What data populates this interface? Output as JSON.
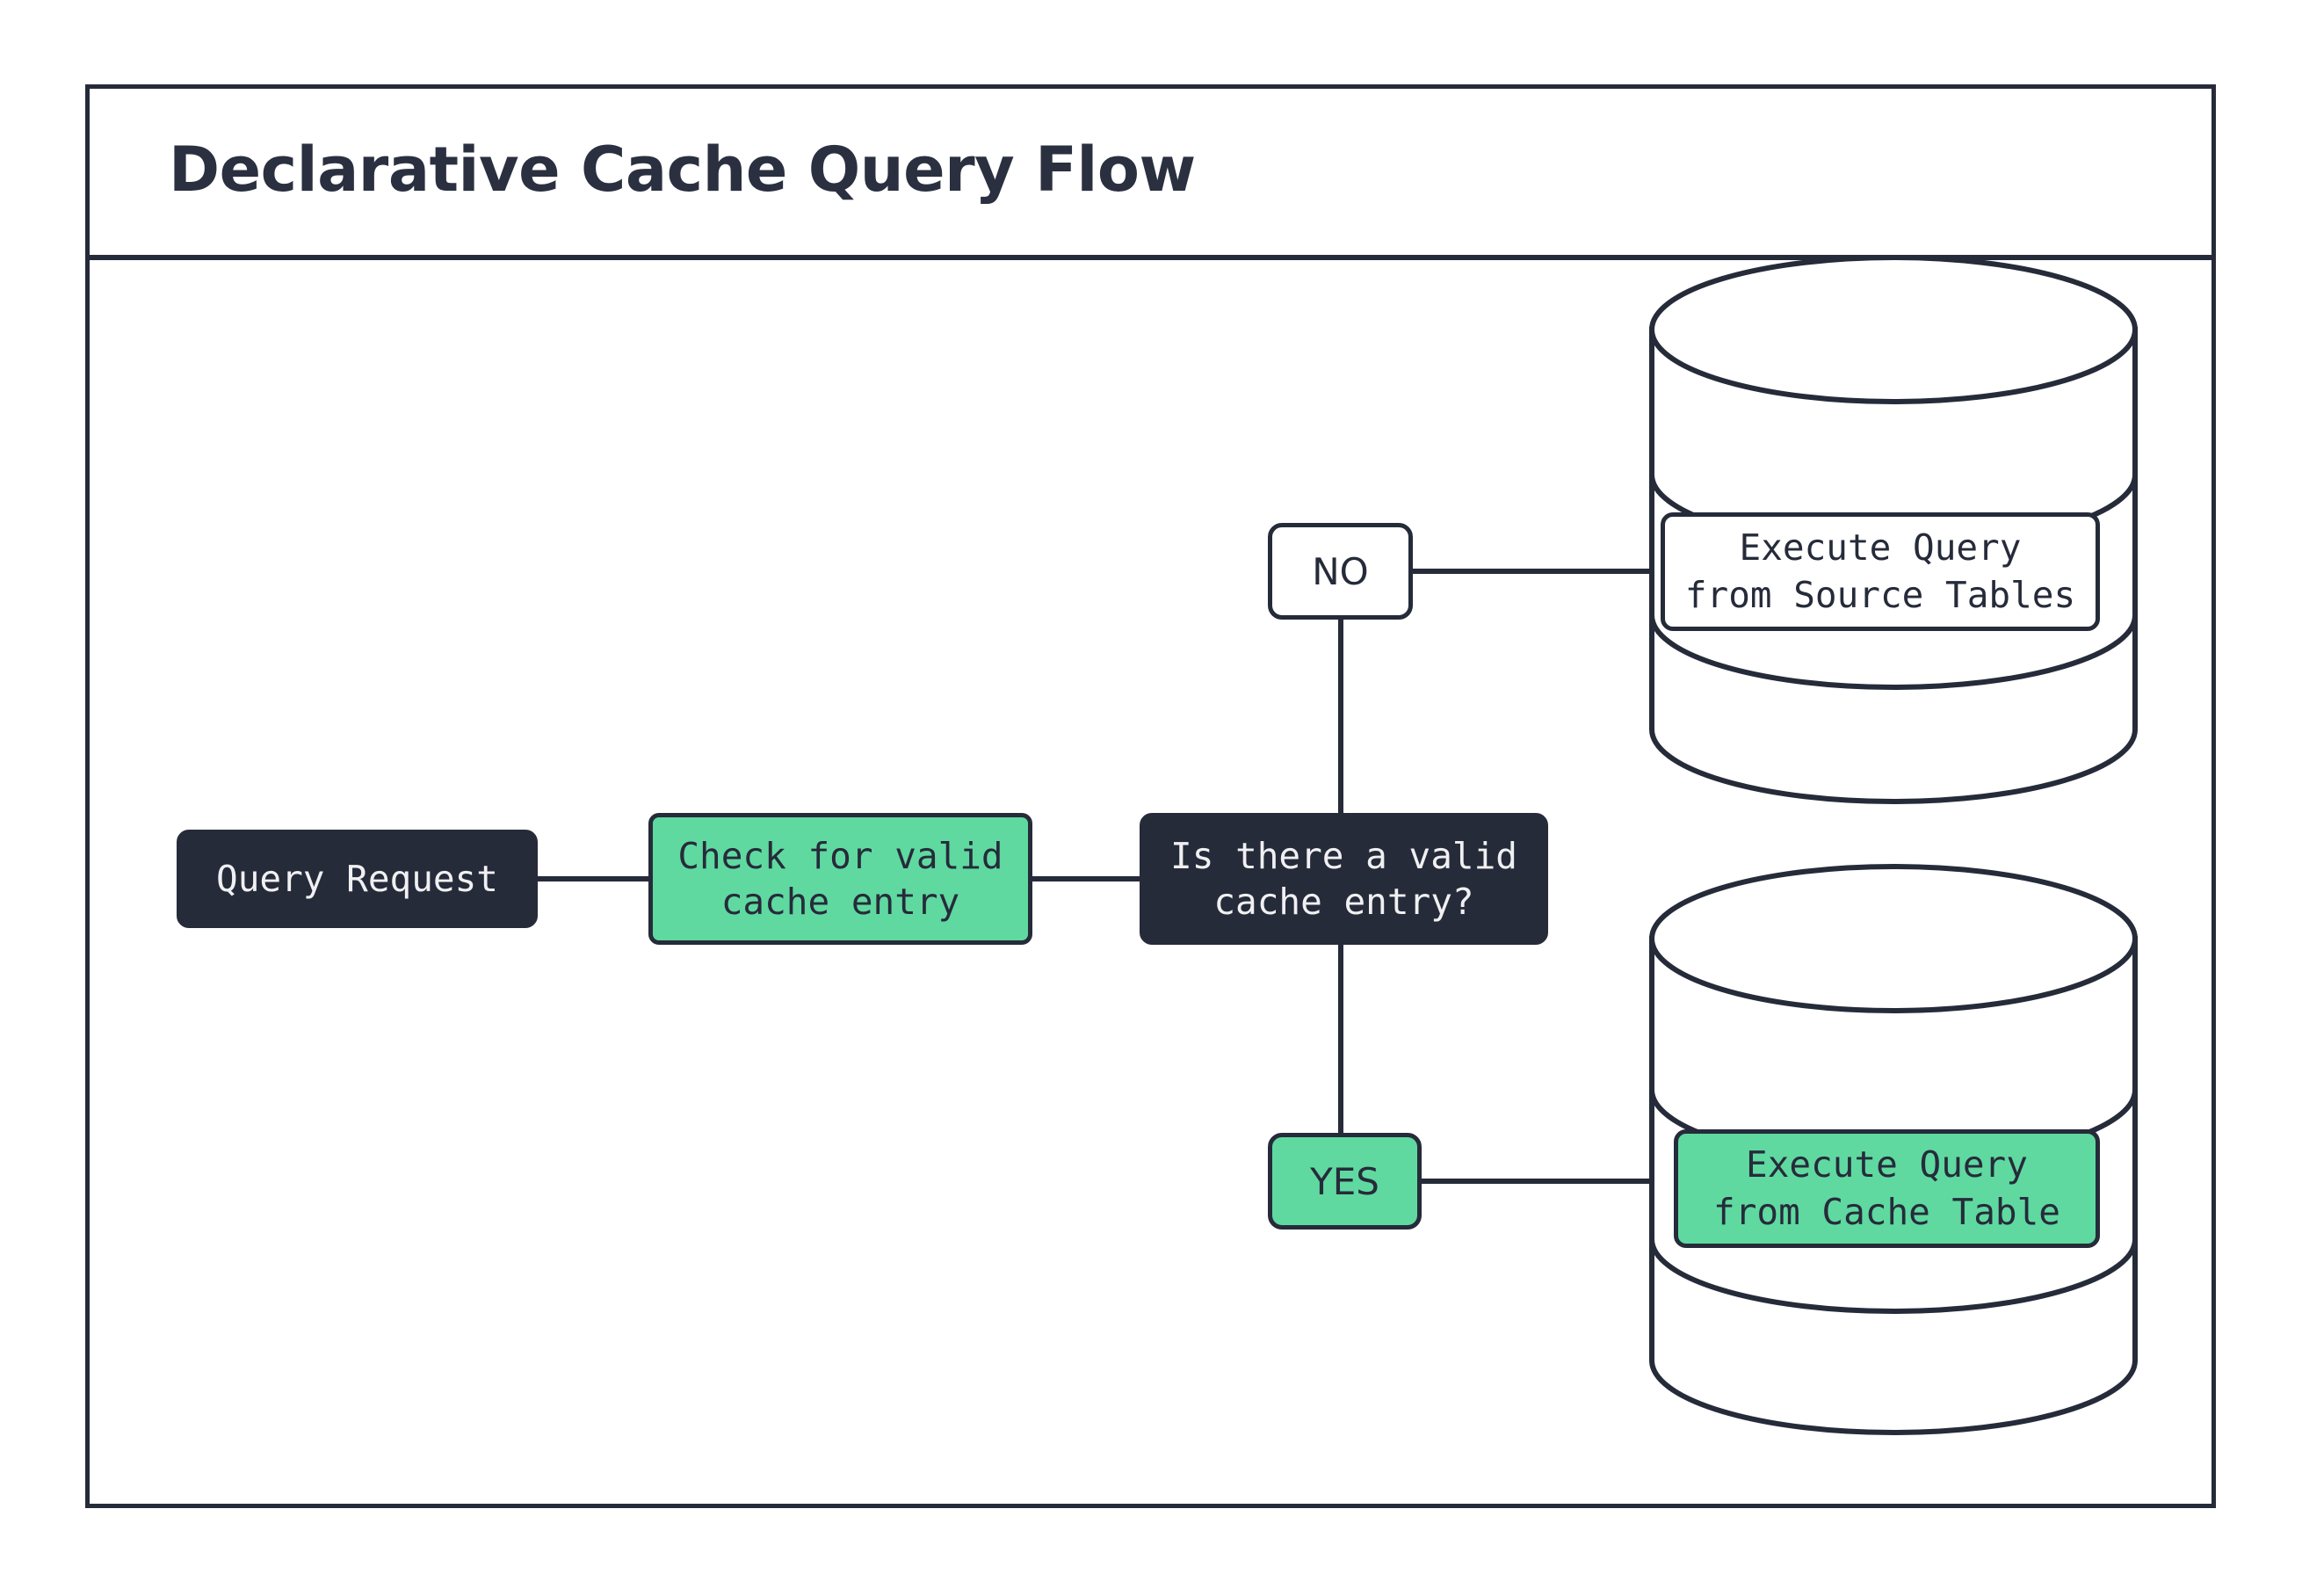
{
  "diagram": {
    "title": "Declarative Cache Query Flow",
    "type": "flowchart",
    "colors": {
      "dark": "#262b3a",
      "green": "#5fd9a0",
      "white": "#ffffff",
      "stroke": "#262b3a"
    },
    "nodes": [
      {
        "id": "query-request",
        "label": "Query Request",
        "shape": "rounded-rect",
        "style": "dark"
      },
      {
        "id": "check-cache",
        "label": "Check for valid\ncache entry",
        "shape": "rounded-rect",
        "style": "green"
      },
      {
        "id": "decision",
        "label": "Is there a valid\ncache entry?",
        "shape": "rounded-rect",
        "style": "dark"
      },
      {
        "id": "branch-no",
        "label": "NO",
        "shape": "rounded-rect",
        "style": "white"
      },
      {
        "id": "branch-yes",
        "label": "YES",
        "shape": "rounded-rect",
        "style": "green"
      },
      {
        "id": "source-db",
        "label": "Execute Query\nfrom Source Tables",
        "shape": "cylinder",
        "style": "white"
      },
      {
        "id": "cache-db",
        "label": "Execute Query\nfrom Cache Table",
        "shape": "cylinder",
        "style": "green"
      }
    ],
    "edges": [
      {
        "from": "query-request",
        "to": "check-cache"
      },
      {
        "from": "check-cache",
        "to": "decision"
      },
      {
        "from": "decision",
        "to": "branch-no",
        "label": "NO"
      },
      {
        "from": "branch-no",
        "to": "source-db"
      },
      {
        "from": "decision",
        "to": "branch-yes",
        "label": "YES"
      },
      {
        "from": "branch-yes",
        "to": "cache-db"
      }
    ]
  }
}
